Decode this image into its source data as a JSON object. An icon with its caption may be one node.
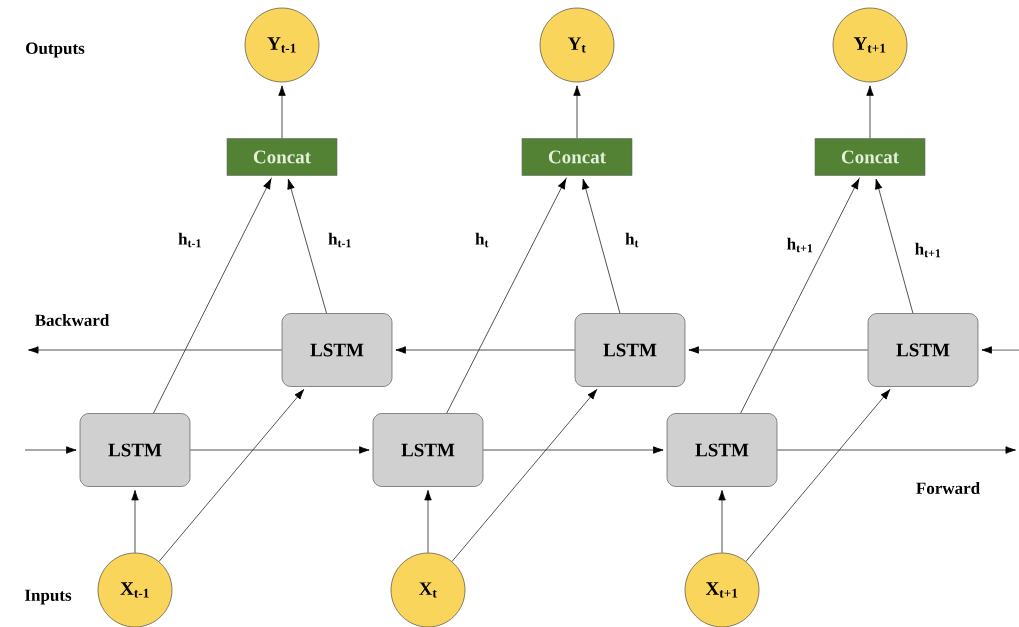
{
  "diagram": {
    "nodes": [
      {
        "text": [
          "Y$_{t-1}$"
        ]
      },
      {
        "text": [
          "Y$_{t}$"
        ]
      },
      {
        "text": [
          "Y$_{t+1}$"
        ]
      },
      {
        "text": [
          "Concat"
        ]
      },
      {
        "text": [
          "Concat"
        ]
      },
      {
        "text": [
          "Concat"
        ]
      },
      {
        "text": [
          "LSTM"
        ]
      },
      {
        "text": [
          "LSTM"
        ]
      },
      {
        "text": [
          "LSTM"
        ]
      },
      {
        "text": [
          "LSTM"
        ]
      },
      {
        "text": [
          "LSTM"
        ]
      },
      {
        "text": [
          "LSTM"
        ]
      },
      {
        "text": [
          "X$_{t-1}$"
        ]
      },
      {
        "text": [
          "X$_{t}$"
        ]
      },
      {
        "text": [
          "X$_{t+1}$"
        ]
      }
    ],
    "edges": [
      {
        "from": 3,
        "to": 0,
        "arrow": "to"
      },
      {
        "from": 4,
        "to": 1,
        "arrow": "to"
      },
      {
        "from": 5,
        "to": 2,
        "arrow": "to"
      },
      {
        "from": 9,
        "to": 3,
        "arrow": "to",
        "label": "h$_{t-1}$"
      },
      {
        "from": 10,
        "to": 4,
        "arrow": "to",
        "label": "h$_{t}$"
      },
      {
        "from": 11,
        "to": 5,
        "arrow": "to",
        "label": "h$_{t+1}$"
      },
      {
        "from": 6,
        "to": 3,
        "arrow": "to",
        "label": "h$_{t-1}$"
      },
      {
        "from": 7,
        "to": 4,
        "arrow": "to",
        "label": "h$_{t}$"
      },
      {
        "from": 8,
        "to": 5,
        "arrow": "to",
        "label": "h$_{t+1}$"
      },
      {
        "from": 12,
        "to": 9,
        "arrow": "to"
      },
      {
        "from": 13,
        "to": 10,
        "arrow": "to"
      },
      {
        "from": 14,
        "to": 11,
        "arrow": "to"
      },
      {
        "from": 12,
        "to": 6,
        "arrow": "to"
      },
      {
        "from": 13,
        "to": 7,
        "arrow": "to"
      },
      {
        "from": 14,
        "to": 8,
        "arrow": "to"
      },
      {
        "from": null,
        "to": 9,
        "arrow": "to"
      },
      {
        "from": 9,
        "to": 10,
        "arrow": "to"
      },
      {
        "from": 10,
        "to": 11,
        "arrow": "to"
      },
      {
        "from": 11,
        "to": null,
        "arrow": "to"
      },
      {
        "from": null,
        "to": 8,
        "arrow": "to"
      },
      {
        "from": 8,
        "to": 7,
        "arrow": "to"
      },
      {
        "from": 7,
        "to": 6,
        "arrow": "to"
      },
      {
        "from": 6,
        "to": null,
        "arrow": "to"
      }
    ],
    "labels": [
      "Outputs",
      "Backward",
      "Forward",
      "Inputs"
    ]
  }
}
